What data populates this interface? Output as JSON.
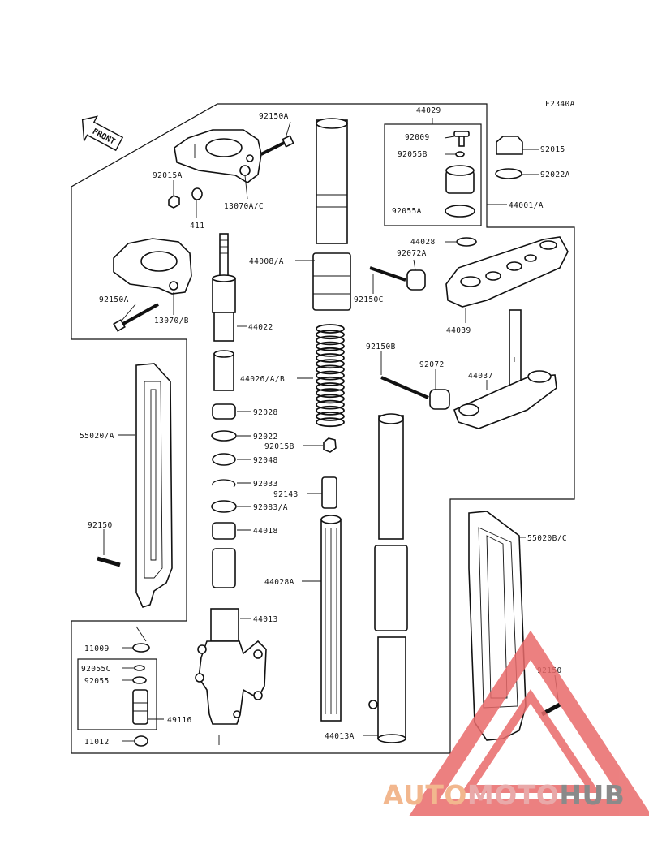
{
  "diagram": {
    "code": "F2340A",
    "front_arrow": "FRONT",
    "parts": [
      {
        "id": "p01",
        "label": "92150A"
      },
      {
        "id": "p02",
        "label": "44029"
      },
      {
        "id": "p03",
        "label": "92009"
      },
      {
        "id": "p04",
        "label": "92055B"
      },
      {
        "id": "p05",
        "label": "92055A"
      },
      {
        "id": "p06",
        "label": "92015"
      },
      {
        "id": "p07",
        "label": "92022A"
      },
      {
        "id": "p08",
        "label": "44001/A"
      },
      {
        "id": "p09",
        "label": "92015A"
      },
      {
        "id": "p10",
        "label": "411"
      },
      {
        "id": "p11",
        "label": "13070A/C"
      },
      {
        "id": "p12",
        "label": "44028"
      },
      {
        "id": "p13",
        "label": "92072A"
      },
      {
        "id": "p14",
        "label": "44008/A"
      },
      {
        "id": "p15",
        "label": "92150C"
      },
      {
        "id": "p16",
        "label": "92150A"
      },
      {
        "id": "p17",
        "label": "13070/B"
      },
      {
        "id": "p18",
        "label": "44039"
      },
      {
        "id": "p19",
        "label": "44022"
      },
      {
        "id": "p20",
        "label": "92150B"
      },
      {
        "id": "p21",
        "label": "92072"
      },
      {
        "id": "p22",
        "label": "44037"
      },
      {
        "id": "p23",
        "label": "44026/A/B"
      },
      {
        "id": "p24",
        "label": "92028"
      },
      {
        "id": "p25",
        "label": "55020/A"
      },
      {
        "id": "p26",
        "label": "92022"
      },
      {
        "id": "p27",
        "label": "92015B"
      },
      {
        "id": "p28",
        "label": "92048"
      },
      {
        "id": "p29",
        "label": "92033"
      },
      {
        "id": "p30",
        "label": "92143"
      },
      {
        "id": "p31",
        "label": "92083/A"
      },
      {
        "id": "p32",
        "label": "92150"
      },
      {
        "id": "p33",
        "label": "44018"
      },
      {
        "id": "p34",
        "label": "55020B/C"
      },
      {
        "id": "p35",
        "label": "44028A"
      },
      {
        "id": "p36",
        "label": "44013"
      },
      {
        "id": "p37",
        "label": "11009"
      },
      {
        "id": "p38",
        "label": "92055C"
      },
      {
        "id": "p39",
        "label": "92055"
      },
      {
        "id": "p40",
        "label": "92150"
      },
      {
        "id": "p41",
        "label": "49116"
      },
      {
        "id": "p42",
        "label": "11012"
      },
      {
        "id": "p43",
        "label": "44013A"
      }
    ]
  },
  "watermark": {
    "auto": "AUTO",
    "moto": "MOTO",
    "hub": "HUB",
    "colors": {
      "triangle": "#e96b6b",
      "auto": "#f2b78e",
      "moto": "#e9a9a9",
      "hub": "#8a8a8a"
    }
  }
}
